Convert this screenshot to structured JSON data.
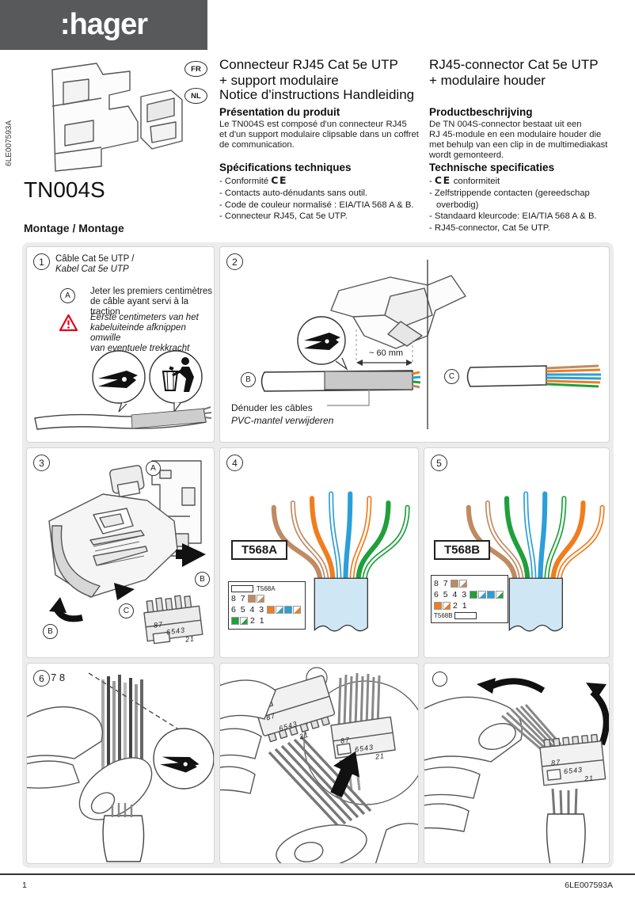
{
  "page": {
    "footer_page": "1",
    "footer_code": "6LE007593A",
    "side_code": "6LE007593A"
  },
  "header": {
    "logo": ":hager",
    "product_code": "TN004S",
    "montage_heading": "Montage / Montage"
  },
  "intro": {
    "fr_badge": "FR",
    "nl_badge": "NL",
    "ce_mark": "CE",
    "fr_title1": "Connecteur RJ45 Cat 5e UTP",
    "fr_title2": "+ support modulaire",
    "subtitle": "Notice d'instructions Handleiding",
    "nl_title1": "RJ45-connector Cat 5e UTP",
    "nl_title2": "+ modulaire houder",
    "fr_head1": "Présentation du produit",
    "fr_body1": "Le TN004S est composé d'un connecteur RJ45",
    "fr_body2": "et d'un support modulaire clipsable dans un coffret",
    "fr_body3": "de communication.",
    "fr_head2": "Spécifications techniques",
    "fr_specs": [
      "Conformité",
      "Contacts auto-dénudants sans outil.",
      "Code de couleur normalisé : EIA/TIA 568 A & B.",
      "Connecteur RJ45, Cat 5e UTP."
    ],
    "nl_head1": "Productbeschrijving",
    "nl_body1": "De TN 004S-connector bestaat uit een",
    "nl_body2": "RJ 45-module en een modulaire houder die",
    "nl_body3": "met behulp van een clip in de multimediakast",
    "nl_body4": "wordt gemonteerd.",
    "nl_head2": "Technische specificaties",
    "nl_specs": [
      "conformiteit",
      "Zelfstrippende contacten (gereedschap overbodig)",
      "Standaard kleurcode: EIA/TIA 568 A & B.",
      "RJ45-connector, Cat 5e UTP."
    ]
  },
  "montage": {
    "p1": {
      "num": "1",
      "cap1": "Câble Cat 5e UTP /",
      "cap2": "Kabel Cat 5e UTP",
      "step": "A",
      "fr1": "Jeter les premiers centimètres",
      "fr2": "de câble ayant servi à la traction",
      "nl1": "Eerste centimeters van het",
      "nl2": "kabeluiteinde afknippen omwille",
      "nl3": "van eventuele trekkracht"
    },
    "p2": {
      "num": "2",
      "dim": "~ 60 mm",
      "step_b": "B",
      "step_c": "C",
      "cap_fr": "Dénuder les câbles",
      "cap_nl": "PVC-mantel verwijderen"
    },
    "p3": {
      "num": "3",
      "step_a": "A",
      "step_b": "B",
      "step_b2": "B",
      "step_c": "C",
      "pins1": "87",
      "pins2": "6543",
      "pins3": "21"
    },
    "p4": {
      "num": "4",
      "label": "T568A",
      "mini_label": "T568A",
      "pins1": "8 7",
      "pins2": "6 5 4 3",
      "pins3": "2 1"
    },
    "p5": {
      "num": "5",
      "label": "T568B",
      "mini_label": "T568B",
      "pins1": "8 7",
      "pins2": "6 5 4 3",
      "pins3": "2 1"
    },
    "p6": {
      "num": "6",
      "extra": "7 8"
    },
    "p7": {
      "pins1": "87",
      "pins2": "6543",
      "pins3": "21"
    },
    "p8": {
      "pins1": "87",
      "pins2": "6543",
      "pins3": "21"
    }
  },
  "colors": {
    "red": "#e2001a",
    "orange": "#f07d1e",
    "blue": "#2b9fd8",
    "green": "#1fa03c",
    "brown": "#c08a62",
    "sheath": "#cfe6f5",
    "header_bg": "#58595b"
  },
  "wiring": {
    "t568a": [
      "brown",
      "brown/white",
      "orange",
      "blue/white",
      "blue",
      "orange/white",
      "green",
      "green/white"
    ],
    "t568b": [
      "brown",
      "brown/white",
      "green",
      "blue/white",
      "blue",
      "green/white",
      "orange",
      "orange/white"
    ],
    "code_a": {
      "r87": [
        "brown",
        "brown/white"
      ],
      "r6543": [
        "orange",
        "blue/white",
        "blue",
        "orange/white"
      ],
      "r21": [
        "green",
        "green/white"
      ]
    },
    "code_b": {
      "r87": [
        "brown",
        "brown/white"
      ],
      "r6543": [
        "green",
        "blue/white",
        "blue",
        "green/white"
      ],
      "r21": [
        "orange",
        "orange/white"
      ]
    }
  }
}
